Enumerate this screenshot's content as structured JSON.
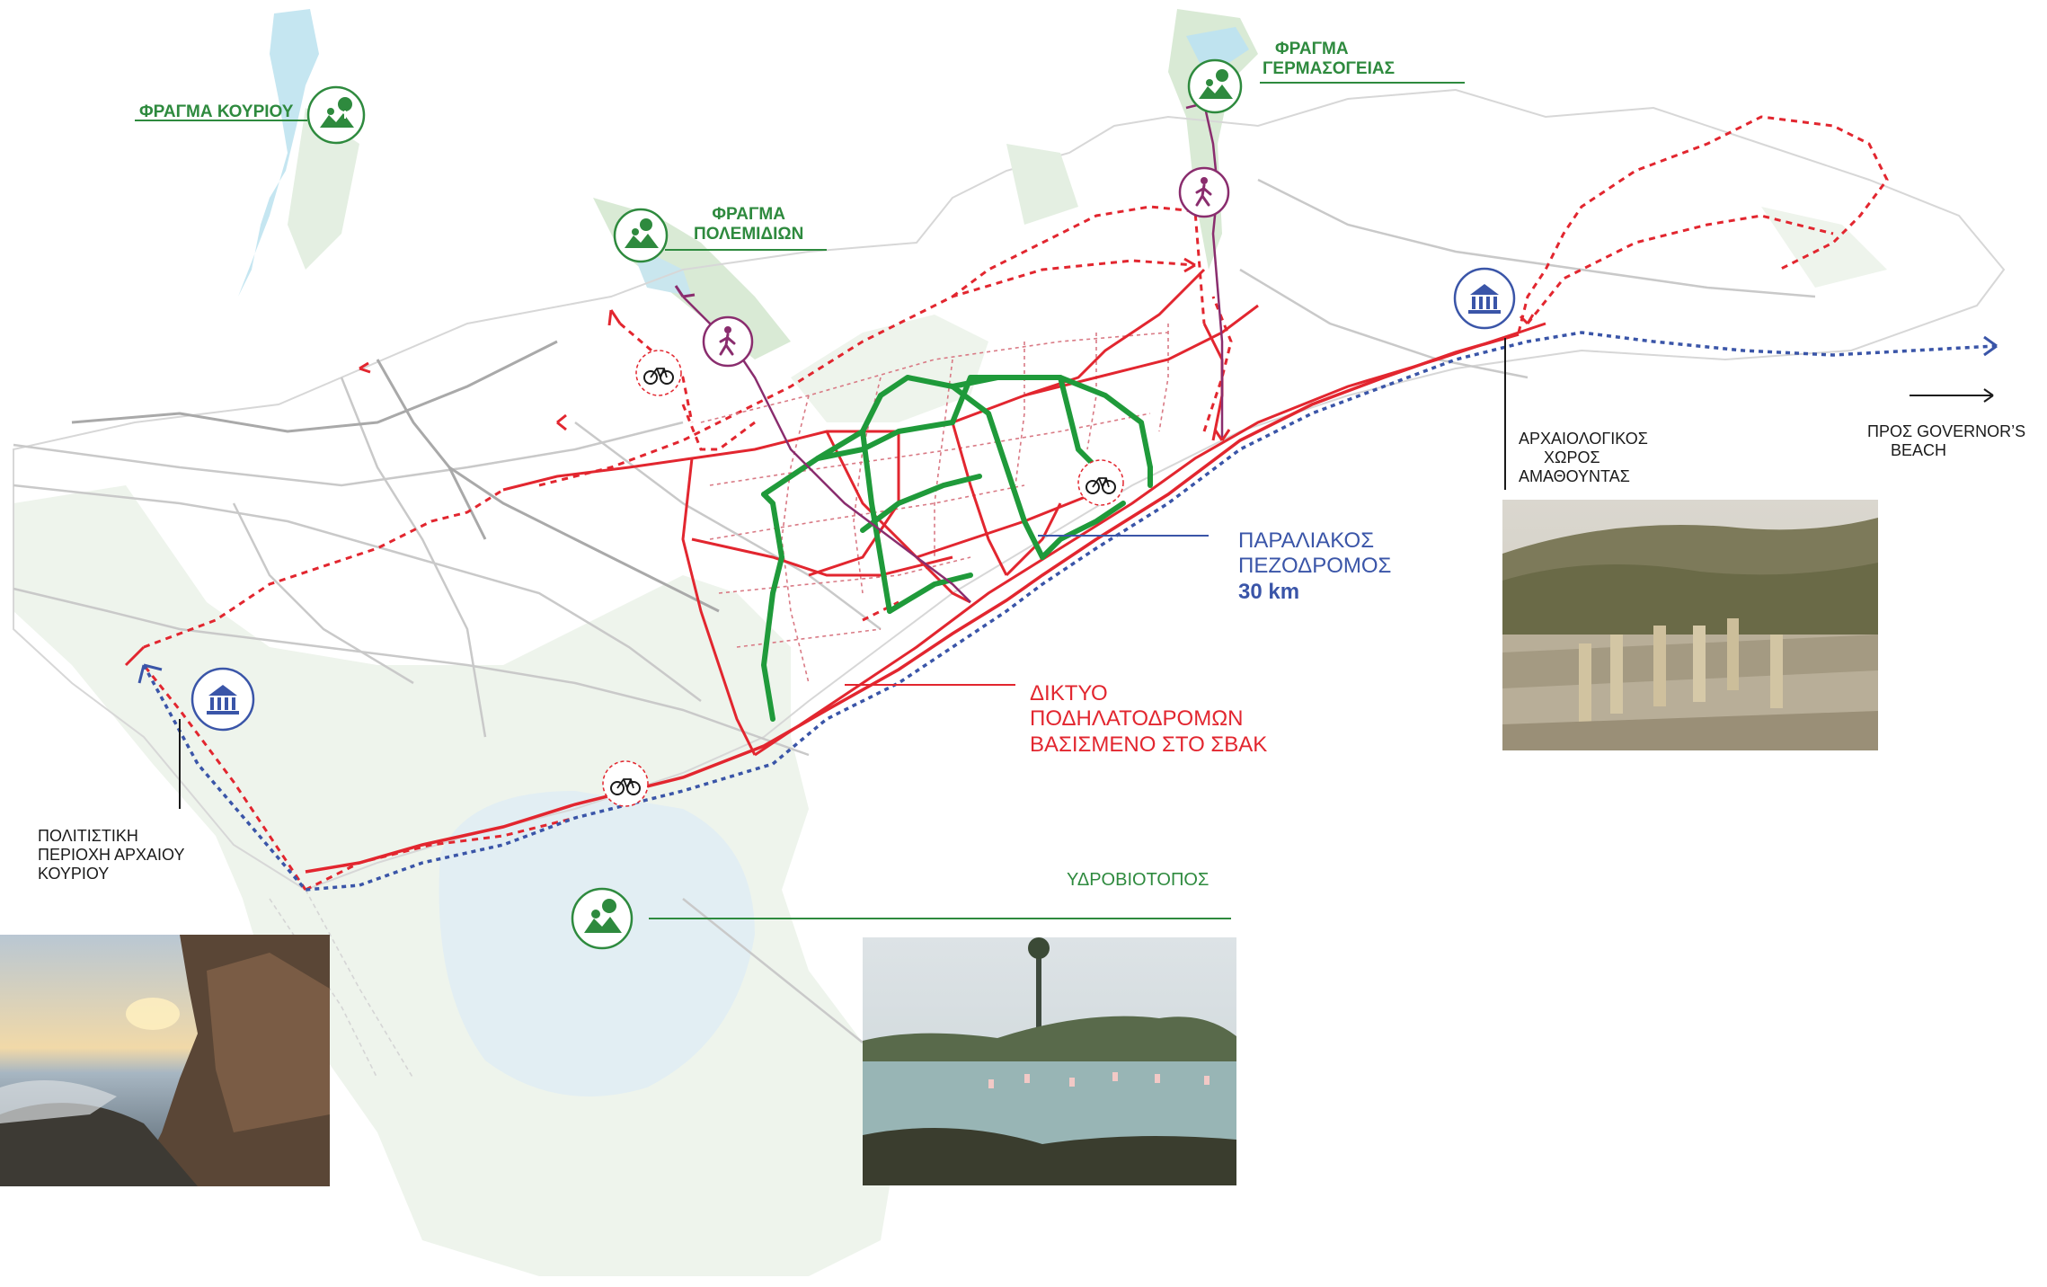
{
  "labels": {
    "kouriou_dam": "ΦΡΑΓΜΑ ΚΟΥΡΙΟΥ",
    "polemidion_dam_l1": "ΦΡΑΓΜΑ",
    "polemidion_dam_l2": "ΠΟΛΕΜΙΔΙΩΝ",
    "germasogeias_dam_l1": "ΦΡΑΓΜΑ",
    "germasogeias_dam_l2": "ΓΕΡΜΑΣΟΓΕΙΑΣ",
    "promenade_l1": "ΠΑΡΑΛΙΑΚΟΣ",
    "promenade_l2": "ΠΕΖΟΔΡΟΜΟΣ",
    "promenade_l3": "30 km",
    "bike_network_l1": "ΔΙΚΤΥΟ",
    "bike_network_l2": "ΠΟΔΗΛΑΤΟΔΡΟΜΩΝ",
    "bike_network_l3": "ΒΑΣΙΣΜΕΝΟ ΣΤΟ ΣΒΑΚ",
    "amathous_l1": "ΑΡΧΑΙΟΛΟΓΙΚΟΣ",
    "amathous_l2": "ΧΩΡΟΣ",
    "amathous_l3": "ΑΜΑΘΟΥΝΤΑΣ",
    "governors_l1": "ΠΡΟΣ GOVERNOR’S",
    "governors_l2": "BEACH",
    "kourion_l1": "ΠΟΛΙΤΙΣΤΙΚΗ",
    "kourion_l2": "ΠΕΡΙΟΧΗ ΑΡΧΑΙΟΥ",
    "kourion_l3": "ΚΟΥΡΙΟΥ",
    "wetland": "ΥΔΡΟΒΙΟΤΟΠΟΣ"
  },
  "icons": {
    "nature": "tree-mountain-icon",
    "heritage": "museum-icon",
    "cycling": "bicycle-icon",
    "walking": "hiker-icon"
  },
  "colors": {
    "nature_green": "#2e8a3e",
    "route_green": "#1f9a3a",
    "bike_red": "#e2262f",
    "promenade_blue": "#3a55a8",
    "walk_purple": "#8a2d6e",
    "water": "#bfe3ef",
    "land_green": "#e4efe2"
  }
}
